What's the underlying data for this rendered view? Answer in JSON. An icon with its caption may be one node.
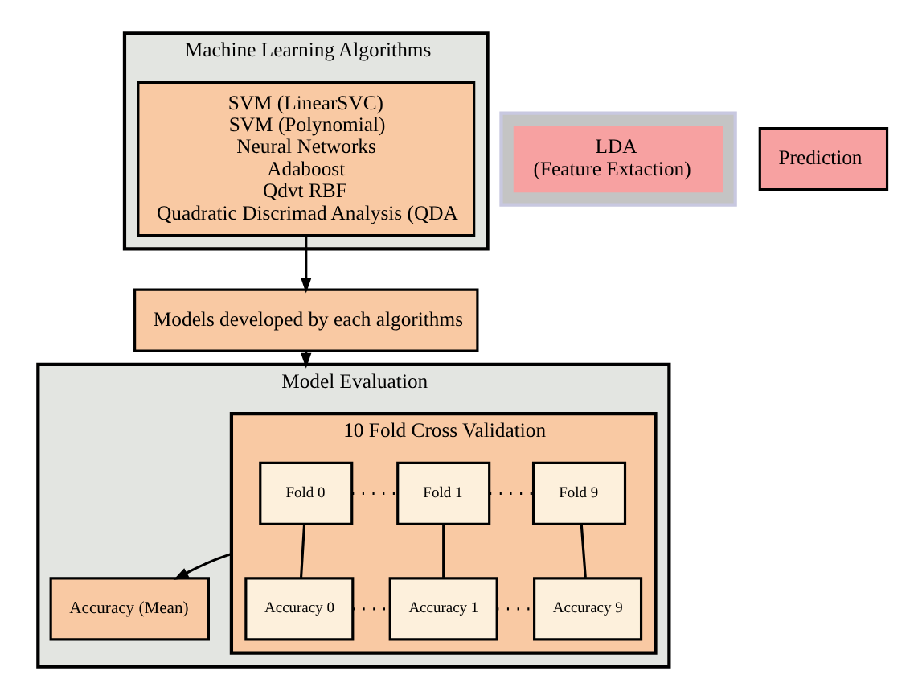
{
  "diagram": {
    "nodes": [
      {
        "text": [
          "Machine Learning Algorithms"
        ]
      },
      {
        "text": [
          "SVM (LinearSVC)",
          "SVM (Polynomial)",
          "Neural Networks",
          "Adaboost",
          "Qdvt RBF",
          "Quadratic Discrimad Analysis (QDA"
        ],
        "in": 0
      },
      {
        "text": [
          "Models developed by each algorithms"
        ]
      },
      {
        "text": [
          "Model Evaluation"
        ]
      },
      {
        "text": [
          "10 Fold Cross Validation"
        ],
        "in": 3
      },
      {
        "text": [
          "Fold 0"
        ],
        "in": 4
      },
      {
        "text": [
          "Fold 1"
        ],
        "in": 4
      },
      {
        "text": [
          "Fold 9"
        ],
        "in": 4
      },
      {
        "text": [
          "Accuracy 0"
        ],
        "in": 4
      },
      {
        "text": [
          "Accuracy 1"
        ],
        "in": 4
      },
      {
        "text": [
          "Accuracy 9"
        ],
        "in": 4
      },
      {
        "text": [
          "Accuracy (Mean)"
        ],
        "in": 3
      },
      {
        "text": [],
        "shape": "box"
      },
      {
        "text": [
          "LDA",
          "(Feature Extaction)"
        ],
        "in": 12
      },
      {
        "text": [
          "Prediction"
        ]
      }
    ],
    "edges": [
      {
        "from": 1,
        "to": 2,
        "arrow": "to"
      },
      {
        "from": 2,
        "to": 3,
        "arrow": "to"
      },
      {
        "from": 5,
        "to": 6,
        "arrow": "none",
        "style": "dashed"
      },
      {
        "from": 6,
        "to": 7,
        "arrow": "none",
        "style": "dashed"
      },
      {
        "from": 5,
        "to": 8,
        "arrow": "none"
      },
      {
        "from": 6,
        "to": 9,
        "arrow": "none"
      },
      {
        "from": 7,
        "to": 10,
        "arrow": "none"
      },
      {
        "from": 8,
        "to": 9,
        "arrow": "none",
        "style": "dashed"
      },
      {
        "from": 9,
        "to": 10,
        "arrow": "none",
        "style": "dashed"
      },
      {
        "from": 4,
        "to": 11,
        "arrow": "to"
      }
    ]
  }
}
